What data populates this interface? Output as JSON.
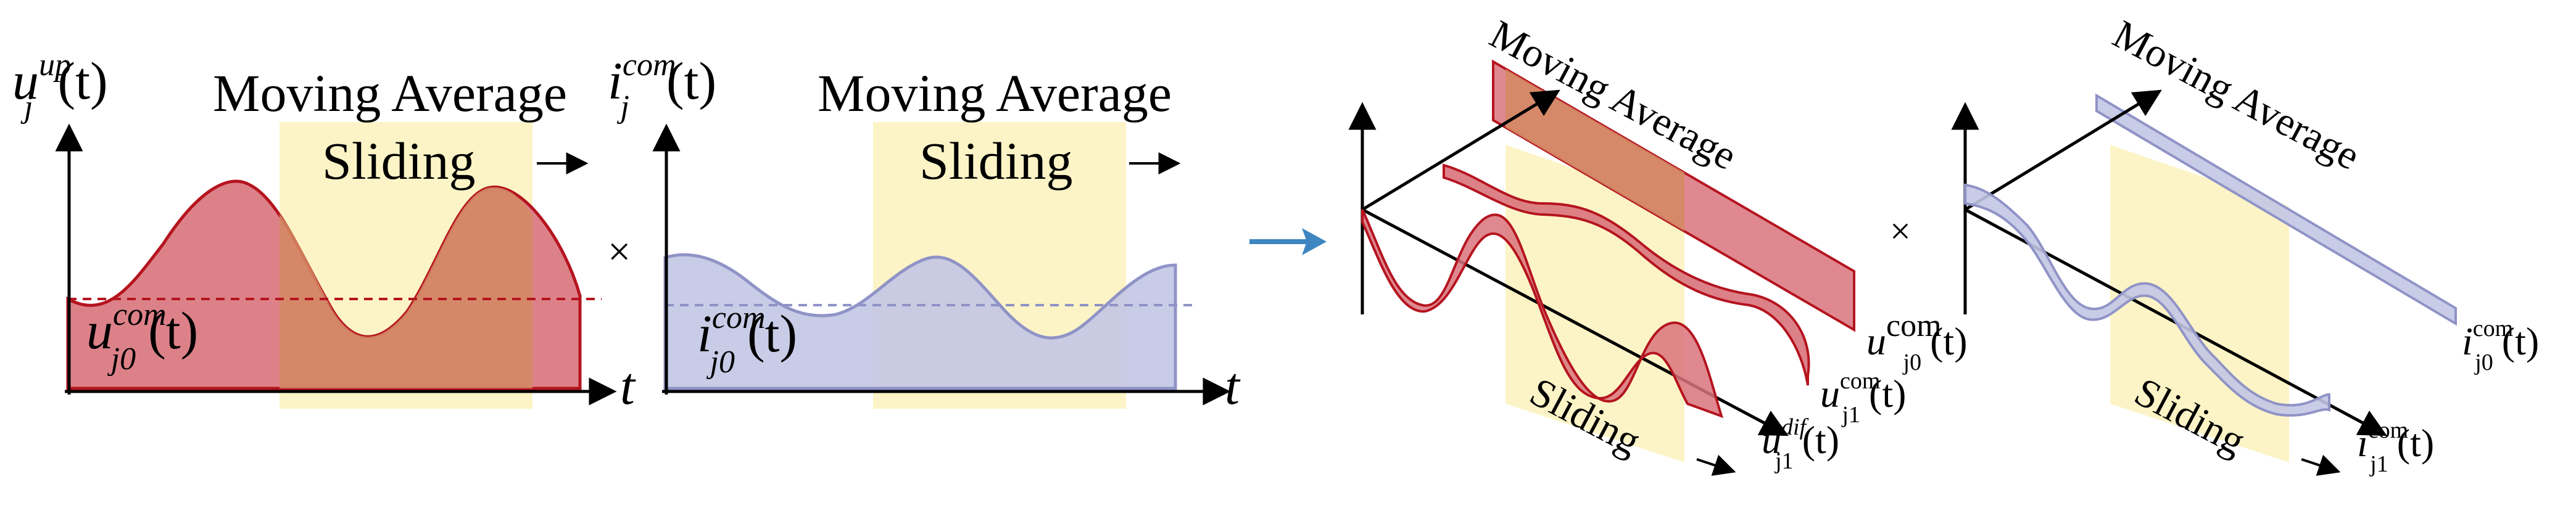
{
  "colors": {
    "red_stroke": "#b5141f",
    "red_fill": "#d9737c",
    "red_fill_dark": "#c9505b",
    "blue_stroke": "#8f93c6",
    "blue_fill": "#c3c6e4",
    "highlight": "#fcf4c6",
    "orange_overlap": "#d48a63",
    "arrow_blue": "#3d86c1"
  },
  "panel1": {
    "y_label": {
      "base": "u",
      "sup": "up",
      "sub": "j",
      "arg": "(t)"
    },
    "title": "Moving Average",
    "window_label": "Sliding",
    "baseline_label": {
      "base": "u",
      "sup": "com",
      "sub": "j0",
      "arg": "(t)"
    },
    "x_label": "t"
  },
  "panel2": {
    "y_label": {
      "base": "i",
      "sup": "com",
      "sub": "j",
      "arg": "(t)"
    },
    "title": "Moving Average",
    "window_label": "Sliding",
    "baseline_label": {
      "base": "i",
      "sup": "com",
      "sub": "j0",
      "arg": "(t)"
    },
    "x_label": "t"
  },
  "operators": {
    "times": "×"
  },
  "panel3": {
    "title": "Moving Average",
    "window_label": "Sliding",
    "curve_labels": [
      {
        "base": "u",
        "sup": "com",
        "sub": "j0",
        "arg": "(t)"
      },
      {
        "base": "u",
        "sup": "com",
        "sub": "j1",
        "arg": "(t)"
      },
      {
        "base": "u",
        "sup": "dif",
        "sub": "j1",
        "arg": "(t)"
      }
    ]
  },
  "panel4": {
    "title": "Moving Average",
    "window_label": "Sliding",
    "curve_labels": [
      {
        "base": "i",
        "sup": "com",
        "sub": "j0",
        "arg": "(t)"
      },
      {
        "base": "i",
        "sup": "com",
        "sub": "j1",
        "arg": "(t)"
      }
    ]
  }
}
